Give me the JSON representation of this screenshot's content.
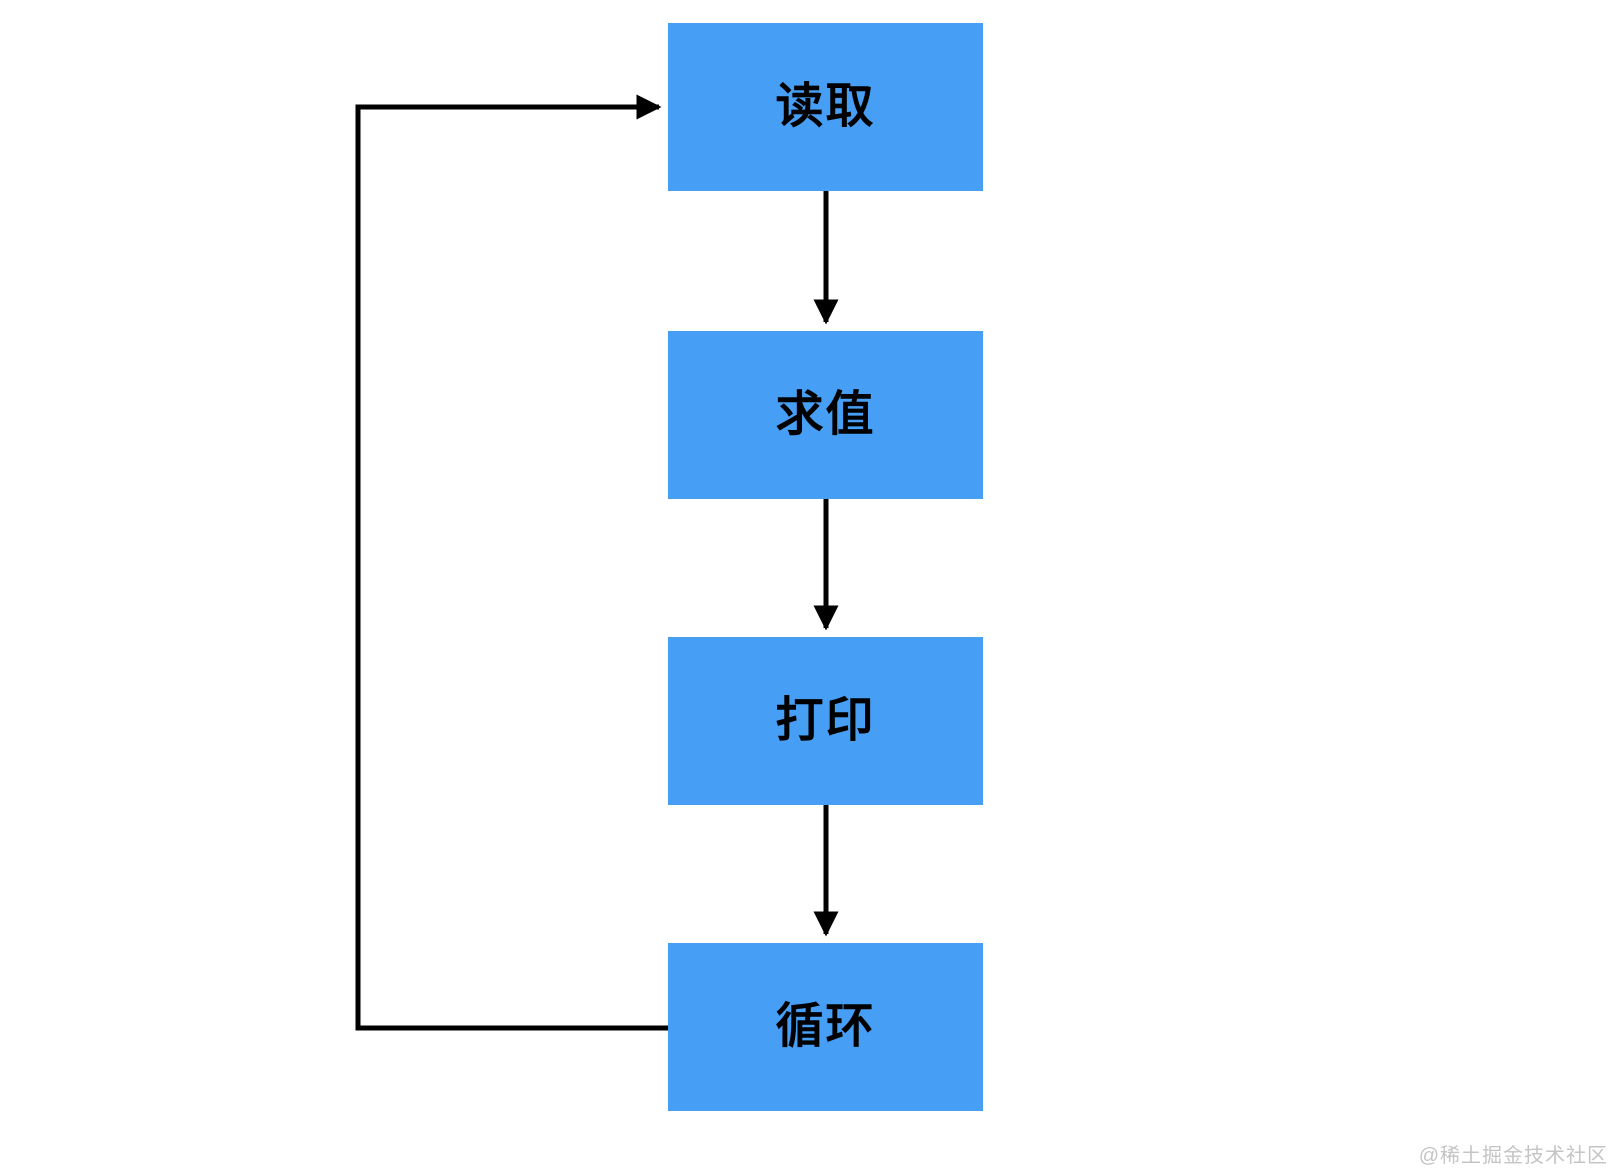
{
  "diagram": {
    "type": "flowchart",
    "description": "read-eval-print-loop cycle",
    "nodes": [
      {
        "id": "read",
        "label": "读取"
      },
      {
        "id": "eval",
        "label": "求值"
      },
      {
        "id": "print",
        "label": "打印"
      },
      {
        "id": "loop",
        "label": "循环"
      }
    ],
    "edges": [
      {
        "from": "read",
        "to": "eval",
        "routing": "straight-down"
      },
      {
        "from": "eval",
        "to": "print",
        "routing": "straight-down"
      },
      {
        "from": "print",
        "to": "loop",
        "routing": "straight-down"
      },
      {
        "from": "loop",
        "to": "read",
        "routing": "left-side-loop-back"
      }
    ],
    "colors": {
      "node_fill": "#469EF5",
      "node_text": "#000000",
      "arrow": "#000000",
      "background": "#FFFFFF"
    }
  },
  "watermark": {
    "text": "@稀土掘金技术社区",
    "color": "#C4C4C4"
  }
}
